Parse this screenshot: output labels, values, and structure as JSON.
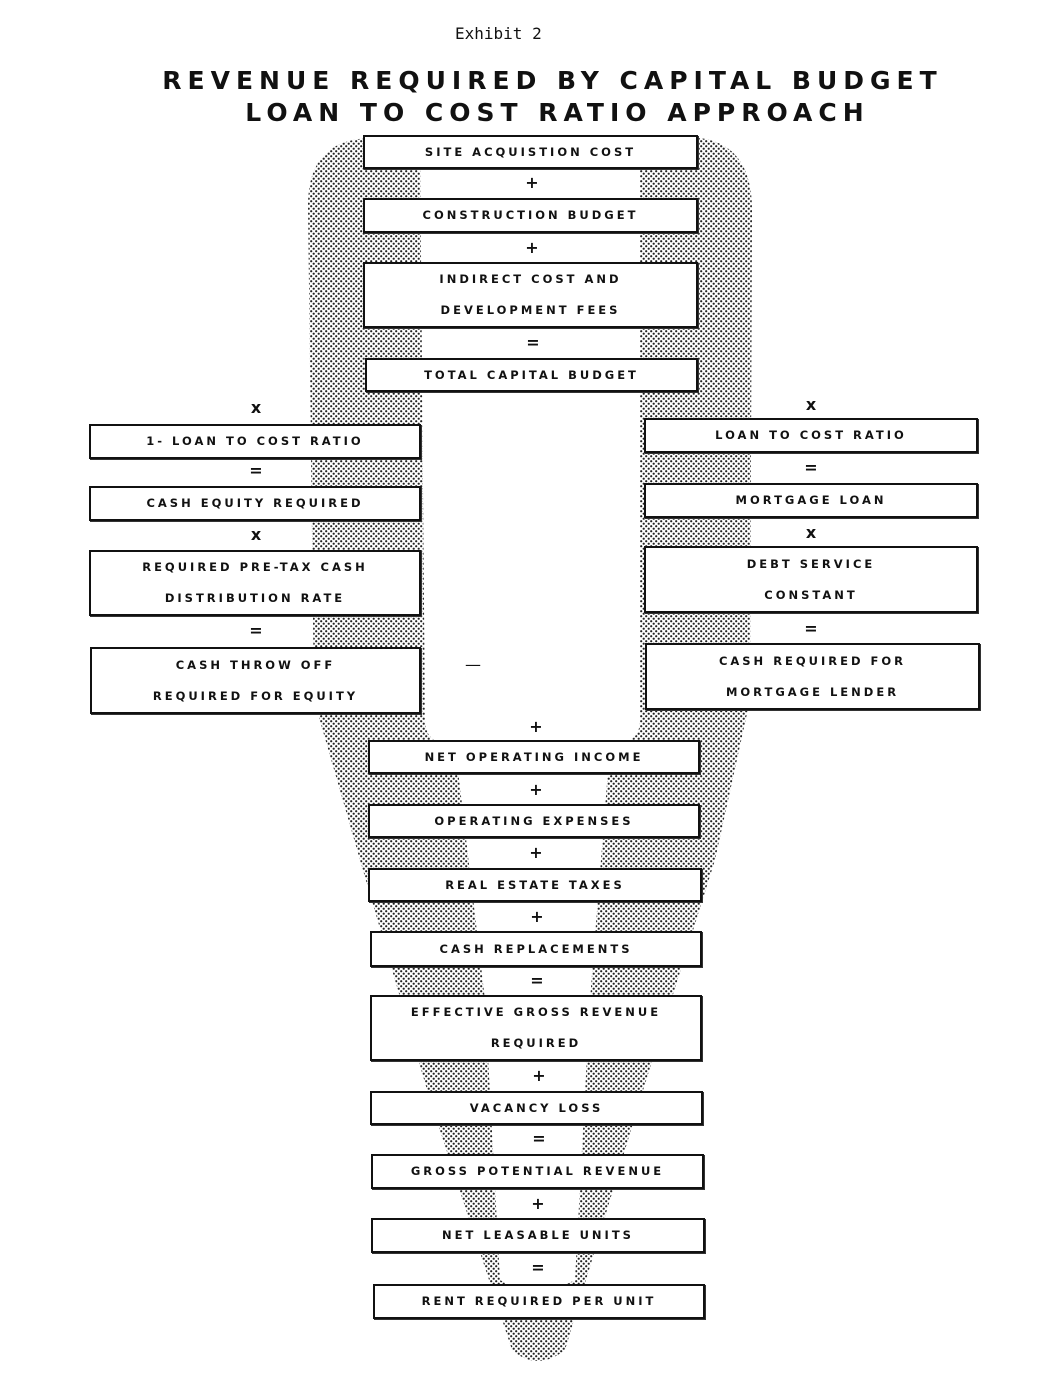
{
  "header": {
    "exhibit": "Exhibit 2",
    "title_line1": "REVENUE REQUIRED BY CAPITAL BUDGET",
    "title_line2": "LOAN TO COST RATIO APPROACH"
  },
  "center_top": {
    "site": "SITE ACQUISTION COST",
    "op1": "+",
    "construction": "CONSTRUCTION BUDGET",
    "op2": "+",
    "indirect_l1": "INDIRECT COST AND",
    "indirect_l2": "DEVELOPMENT FEES",
    "op3": "=",
    "total": "TOTAL CAPITAL BUDGET"
  },
  "left": {
    "op_x": "x",
    "ratio": "1- LOAN TO COST RATIO",
    "op_eq1": "=",
    "equity": "CASH EQUITY REQUIRED",
    "op_x2": "x",
    "rate_l1": "REQUIRED PRE-TAX CASH",
    "rate_l2": "DISTRIBUTION RATE",
    "op_eq2": "=",
    "throw_l1": "CASH THROW OFF",
    "throw_l2": "REQUIRED FOR EQUITY"
  },
  "right": {
    "op_x": "x",
    "ratio": "LOAN TO COST RATIO",
    "op_eq1": "=",
    "mortgage": "MORTGAGE LOAN",
    "op_x2": "x",
    "debt_l1": "DEBT SERVICE",
    "debt_l2": "CONSTANT",
    "op_eq2": "=",
    "lender_l1": "CASH REQUIRED FOR",
    "lender_l2": "MORTGAGE LENDER"
  },
  "center_bottom": {
    "op_minus": "—",
    "op_plus0": "+",
    "noi": "NET OPERATING INCOME",
    "op1": "+",
    "opex": "OPERATING EXPENSES",
    "op2": "+",
    "taxes": "REAL ESTATE TAXES",
    "op3": "+",
    "replacements": "CASH REPLACEMENTS",
    "op4": "=",
    "egr_l1": "EFFECTIVE GROSS REVENUE",
    "egr_l2": "REQUIRED",
    "op5": "+",
    "vacancy": "VACANCY LOSS",
    "op6": "=",
    "gpr": "GROSS POTENTIAL REVENUE",
    "op7": "+",
    "units": "NET LEASABLE UNITS",
    "op8": "=",
    "rent": "RENT REQUIRED PER UNIT"
  }
}
